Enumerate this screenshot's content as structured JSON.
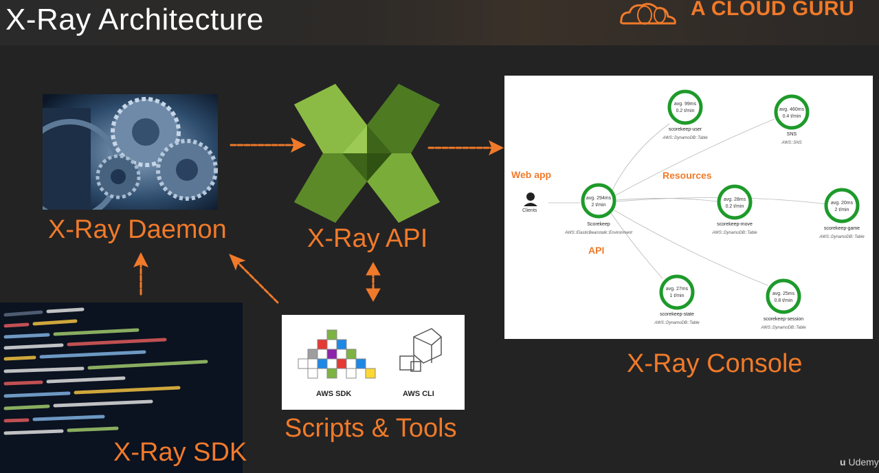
{
  "header": {
    "title": "X-Ray Architecture",
    "brand": "A CLOUD GURU"
  },
  "labels": {
    "daemon": "X-Ray Daemon",
    "api": "X-Ray API",
    "console": "X-Ray Console",
    "scripts": "Scripts & Tools",
    "sdk": "X-Ray SDK"
  },
  "tools": {
    "sdk_label": "AWS SDK",
    "cli_label": "AWS CLI"
  },
  "service_map": {
    "section_labels": {
      "web_app": "Web app",
      "resources": "Resources",
      "api": "API"
    },
    "clients_label": "Clients",
    "nodes": [
      {
        "stat1": "avg. 294ms",
        "stat2": "2 t/min",
        "name": "Scorekeep",
        "type": "AWS::ElasticBeanstalk::Environment"
      },
      {
        "stat1": "avg. 99ms",
        "stat2": "0.2 t/min",
        "name": "scorekeep-user",
        "type": "AWS::DynamoDB::Table"
      },
      {
        "stat1": "avg. 460ms",
        "stat2": "0.4 t/min",
        "name": "SNS",
        "type": "AWS::SNS"
      },
      {
        "stat1": "avg. 28ms",
        "stat2": "0.2 t/min",
        "name": "scorekeep-move",
        "type": "AWS::DynamoDB::Table"
      },
      {
        "stat1": "avg. 20ms",
        "stat2": "2 t/min",
        "name": "scorekeep-game",
        "type": "AWS::DynamoDB::Table"
      },
      {
        "stat1": "avg. 27ms",
        "stat2": "1 t/min",
        "name": "scorekeep-state",
        "type": "AWS::DynamoDB::Table"
      },
      {
        "stat1": "avg. 25ms",
        "stat2": "0.8 t/min",
        "name": "scorekeep-session",
        "type": "AWS::DynamoDB::Table"
      }
    ]
  },
  "footer": {
    "udemy": "Udemy"
  },
  "colors": {
    "accent": "#f07a2a",
    "node_ring": "#1e9a2a",
    "api_green": "#6b9a2f"
  }
}
